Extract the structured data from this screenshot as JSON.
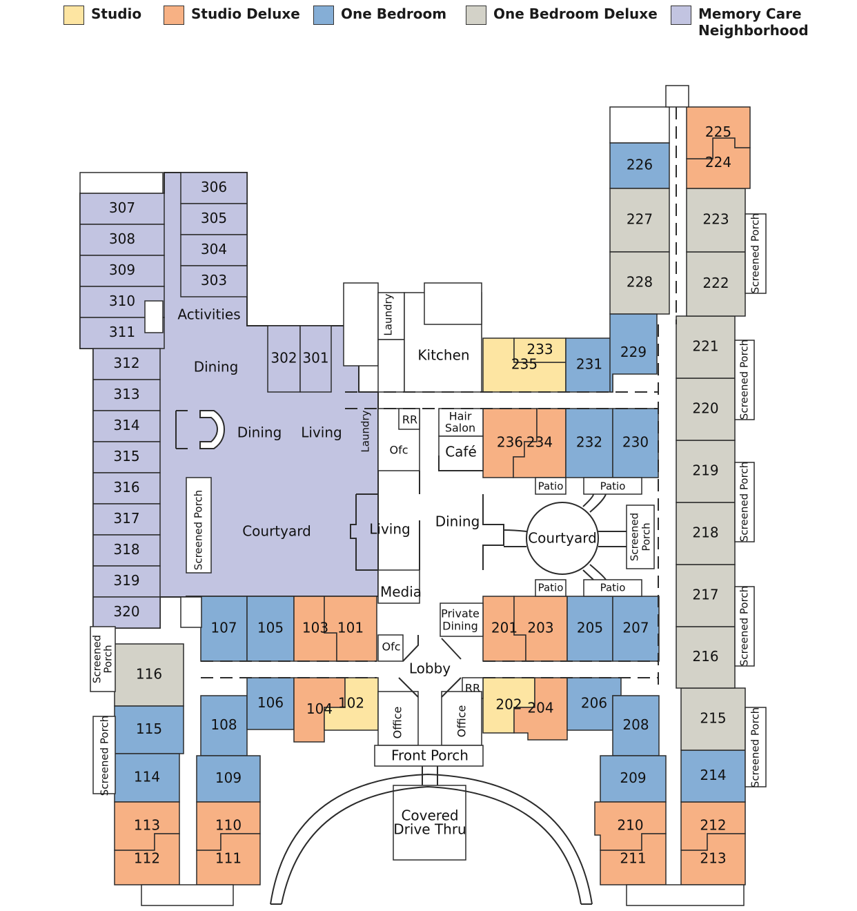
{
  "legend": {
    "studio": "Studio",
    "studio_deluxe": "Studio Deluxe",
    "one_bedroom": "One Bedroom",
    "one_bedroom_deluxe": "One Bedroom Deluxe",
    "memory_care": "Memory Care\nNeighborhood"
  },
  "colors": {
    "studio": "#fde5a2",
    "studio_deluxe": "#f7b184",
    "one_bedroom": "#85aed6",
    "one_bedroom_deluxe": "#d3d2c8",
    "memory_care": "#c2c4e1",
    "wall": "#2b2b2b"
  },
  "rooms": [
    {
      "id": "307",
      "type": "memory_care"
    },
    {
      "id": "308",
      "type": "memory_care"
    },
    {
      "id": "309",
      "type": "memory_care"
    },
    {
      "id": "310",
      "type": "memory_care"
    },
    {
      "id": "311",
      "type": "memory_care"
    },
    {
      "id": "312",
      "type": "memory_care"
    },
    {
      "id": "313",
      "type": "memory_care"
    },
    {
      "id": "314",
      "type": "memory_care"
    },
    {
      "id": "315",
      "type": "memory_care"
    },
    {
      "id": "316",
      "type": "memory_care"
    },
    {
      "id": "317",
      "type": "memory_care"
    },
    {
      "id": "318",
      "type": "memory_care"
    },
    {
      "id": "319",
      "type": "memory_care"
    },
    {
      "id": "320",
      "type": "memory_care"
    },
    {
      "id": "306",
      "type": "memory_care"
    },
    {
      "id": "305",
      "type": "memory_care"
    },
    {
      "id": "304",
      "type": "memory_care"
    },
    {
      "id": "303",
      "type": "memory_care"
    },
    {
      "id": "302",
      "type": "memory_care"
    },
    {
      "id": "301",
      "type": "memory_care"
    },
    {
      "id": "107",
      "type": "one_bedroom"
    },
    {
      "id": "105",
      "type": "one_bedroom"
    },
    {
      "id": "103",
      "type": "studio_deluxe"
    },
    {
      "id": "101",
      "type": "studio_deluxe"
    },
    {
      "id": "116",
      "type": "one_bedroom_deluxe"
    },
    {
      "id": "115",
      "type": "one_bedroom"
    },
    {
      "id": "114",
      "type": "one_bedroom"
    },
    {
      "id": "113",
      "type": "studio_deluxe"
    },
    {
      "id": "112",
      "type": "studio_deluxe"
    },
    {
      "id": "108",
      "type": "one_bedroom"
    },
    {
      "id": "109",
      "type": "one_bedroom"
    },
    {
      "id": "110",
      "type": "studio_deluxe"
    },
    {
      "id": "111",
      "type": "studio_deluxe"
    },
    {
      "id": "106",
      "type": "one_bedroom"
    },
    {
      "id": "104",
      "type": "studio_deluxe"
    },
    {
      "id": "102",
      "type": "studio"
    },
    {
      "id": "235",
      "type": "studio"
    },
    {
      "id": "233",
      "type": "studio"
    },
    {
      "id": "231",
      "type": "one_bedroom"
    },
    {
      "id": "236",
      "type": "studio_deluxe"
    },
    {
      "id": "234",
      "type": "studio_deluxe"
    },
    {
      "id": "232",
      "type": "one_bedroom"
    },
    {
      "id": "230",
      "type": "one_bedroom"
    },
    {
      "id": "201",
      "type": "studio_deluxe"
    },
    {
      "id": "203",
      "type": "studio_deluxe"
    },
    {
      "id": "205",
      "type": "one_bedroom"
    },
    {
      "id": "207",
      "type": "one_bedroom"
    },
    {
      "id": "202",
      "type": "studio"
    },
    {
      "id": "204",
      "type": "studio_deluxe"
    },
    {
      "id": "206",
      "type": "one_bedroom"
    },
    {
      "id": "208",
      "type": "one_bedroom"
    },
    {
      "id": "209",
      "type": "one_bedroom"
    },
    {
      "id": "210",
      "type": "studio_deluxe"
    },
    {
      "id": "211",
      "type": "studio_deluxe"
    },
    {
      "id": "212",
      "type": "studio_deluxe"
    },
    {
      "id": "213",
      "type": "studio_deluxe"
    },
    {
      "id": "214",
      "type": "one_bedroom"
    },
    {
      "id": "215",
      "type": "one_bedroom_deluxe"
    },
    {
      "id": "216",
      "type": "one_bedroom_deluxe"
    },
    {
      "id": "217",
      "type": "one_bedroom_deluxe"
    },
    {
      "id": "218",
      "type": "one_bedroom_deluxe"
    },
    {
      "id": "219",
      "type": "one_bedroom_deluxe"
    },
    {
      "id": "220",
      "type": "one_bedroom_deluxe"
    },
    {
      "id": "221",
      "type": "one_bedroom_deluxe"
    },
    {
      "id": "222",
      "type": "one_bedroom_deluxe"
    },
    {
      "id": "223",
      "type": "one_bedroom_deluxe"
    },
    {
      "id": "224",
      "type": "studio_deluxe"
    },
    {
      "id": "225",
      "type": "studio_deluxe"
    },
    {
      "id": "226",
      "type": "one_bedroom"
    },
    {
      "id": "227",
      "type": "one_bedroom_deluxe"
    },
    {
      "id": "228",
      "type": "one_bedroom_deluxe"
    },
    {
      "id": "229",
      "type": "one_bedroom"
    }
  ],
  "areas": {
    "activities": "Activities",
    "dining_mc_1": "Dining",
    "dining_mc_2": "Dining",
    "living_mc": "Living",
    "courtyard_mc": "Courtyard",
    "laundry_1": "Laundry",
    "laundry_2": "Laundry",
    "kitchen": "Kitchen",
    "rr_1": "RR",
    "rr_2": "RR",
    "ofc_1": "Ofc",
    "ofc_2": "Ofc",
    "hair_salon_1": "Hair",
    "hair_salon_2": "Salon",
    "cafe": "Café",
    "living": "Living",
    "dining": "Dining",
    "courtyard": "Courtyard",
    "media": "Media",
    "private_dining_1": "Private",
    "private_dining_2": "Dining",
    "lobby": "Lobby",
    "office_1": "Office",
    "office_2": "Office",
    "front_porch": "Front Porch",
    "covered_drive_1": "Covered",
    "covered_drive_2": "Drive Thru",
    "patio": "Patio",
    "screened_porch": "Screened Porch",
    "screened": "Screened",
    "porch": "Porch"
  }
}
